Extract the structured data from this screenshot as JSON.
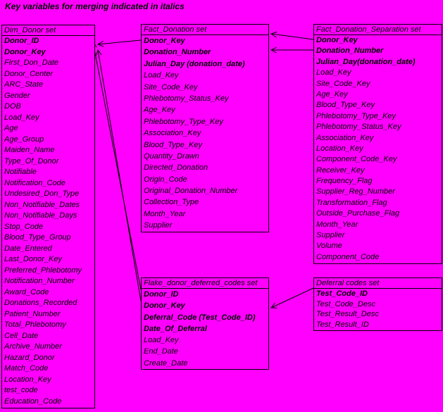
{
  "page": {
    "background": "#FF00FF",
    "note": "Key variables for merging indicated in italics"
  },
  "boxes": [
    {
      "title": "Dim_Donor set",
      "fields": [
        {
          "name": "Donor_ID",
          "key": true
        },
        {
          "name": "Donor_Key",
          "key": true
        },
        {
          "name": "First_Don_Date",
          "key": false
        },
        {
          "name": "Donor_Center",
          "key": false
        },
        {
          "name": "ARC_State",
          "key": false
        },
        {
          "name": "Gender",
          "key": false
        },
        {
          "name": "DOB",
          "key": false
        },
        {
          "name": "Load_Key",
          "key": false
        },
        {
          "name": "Age",
          "key": false
        },
        {
          "name": "Age_Group",
          "key": false
        },
        {
          "name": "Maiden_Name",
          "key": false
        },
        {
          "name": "Type_Of_Donor",
          "key": false
        },
        {
          "name": "Notifiable",
          "key": false
        },
        {
          "name": "Notification_Code",
          "key": false
        },
        {
          "name": "Undesired_Don_Type",
          "key": false
        },
        {
          "name": "Non_Notifiable_Dates",
          "key": false
        },
        {
          "name": "Non_Notifiable_Days",
          "key": false
        },
        {
          "name": "Stop_Code",
          "key": false
        },
        {
          "name": "Blood_Type_Group",
          "key": false
        },
        {
          "name": "Date_Entered",
          "key": false
        },
        {
          "name": "Last_Donor_Key",
          "key": false
        },
        {
          "name": "Preferred_Phlebotomy",
          "key": false
        },
        {
          "name": "Notification_Number",
          "key": false
        },
        {
          "name": "Award_Code",
          "key": false
        },
        {
          "name": "Donations_Recorded",
          "key": false
        },
        {
          "name": "Patient_Number",
          "key": false
        },
        {
          "name": "Total_Phlebotomy",
          "key": false
        },
        {
          "name": "Cell_Date",
          "key": false
        },
        {
          "name": "Archive_Number",
          "key": false
        },
        {
          "name": "Hazard_Donor",
          "key": false
        },
        {
          "name": "Match_Code",
          "key": false
        },
        {
          "name": "Location_Key",
          "key": false
        },
        {
          "name": "test_code",
          "key": false
        },
        {
          "name": "Education_Code",
          "key": false
        }
      ]
    },
    {
      "title": "Fact_Donation set",
      "fields": [
        {
          "name": "Donor_Key",
          "key": true
        },
        {
          "name": "Donation_Number",
          "key": true
        },
        {
          "name": "Julian_Day (donation_date)",
          "key": true
        },
        {
          "name": "Load_Key",
          "key": false
        },
        {
          "name": "Site_Code_Key",
          "key": false
        },
        {
          "name": "Phlebotomy_Status_Key",
          "key": false
        },
        {
          "name": "Age_Key",
          "key": false
        },
        {
          "name": "Phlebotomy_Type_Key",
          "key": false
        },
        {
          "name": "Association_Key",
          "key": false
        },
        {
          "name": "Blood_Type_Key",
          "key": false
        },
        {
          "name": "Quantity_Drawn",
          "key": false
        },
        {
          "name": "Directed_Donation",
          "key": false
        },
        {
          "name": "Origin_Code",
          "key": false
        },
        {
          "name": "Original_Donation_Number",
          "key": false
        },
        {
          "name": "Collection_Type",
          "key": false
        },
        {
          "name": "Month_Year",
          "key": false
        },
        {
          "name": "Supplier",
          "key": false
        }
      ]
    },
    {
      "title": "Fact_Donation_Separation set",
      "fields": [
        {
          "name": "Donor_Key",
          "key": true
        },
        {
          "name": "Donation_Number",
          "key": true
        },
        {
          "name": "Julian_Day(donation_date)",
          "key": true
        },
        {
          "name": "Load_Key",
          "key": false
        },
        {
          "name": "Site_Code_Key",
          "key": false
        },
        {
          "name": "Age_Key",
          "key": false
        },
        {
          "name": "Blood_Type_Key",
          "key": false
        },
        {
          "name": "Phlebotomy_Type_Key",
          "key": false
        },
        {
          "name": "Phlebotomy_Status_Key",
          "key": false
        },
        {
          "name": "Association_Key",
          "key": false
        },
        {
          "name": "Location_Key",
          "key": false
        },
        {
          "name": "Component_Code_Key",
          "key": false
        },
        {
          "name": "Receiver_Key",
          "key": false
        },
        {
          "name": "Frequency_Flag",
          "key": false
        },
        {
          "name": "Supplier_Reg_Number",
          "key": false
        },
        {
          "name": "Transformation_Flag",
          "key": false
        },
        {
          "name": "Outside_Purchase_Flag",
          "key": false
        },
        {
          "name": "Month_Year",
          "key": false
        },
        {
          "name": "Supplier",
          "key": false
        },
        {
          "name": "Volume",
          "key": false
        },
        {
          "name": "Component_Code",
          "key": false
        }
      ]
    },
    {
      "title": "Flake_donor_deferred_codes set",
      "fields": [
        {
          "name": "Donor_ID",
          "key": true
        },
        {
          "name": "Donor_Key",
          "key": true
        },
        {
          "name": "Deferral_Code (Test_Code_ID)",
          "key": true
        },
        {
          "name": "Date_Of_Deferral",
          "key": true
        },
        {
          "name": "Load_Key",
          "key": false
        },
        {
          "name": "End_Date",
          "key": false
        },
        {
          "name": "Create_Date",
          "key": false
        }
      ]
    },
    {
      "title": "Deferral codes set",
      "fields": [
        {
          "name": "Test_Code_ID",
          "key": true
        },
        {
          "name": "Test_Code_Desc",
          "key": false
        },
        {
          "name": "Test_Result_Desc",
          "key": false
        },
        {
          "name": "Test_Result_ID",
          "key": false
        }
      ]
    }
  ],
  "connections": [
    {
      "from": "Fact_Donation.Donor_Key",
      "to": "Dim_Donor"
    },
    {
      "from": "Flake_donor_deferred_codes.Donor_ID",
      "to": "Dim_Donor"
    },
    {
      "from": "Flake_donor_deferred_codes.Donor_Key",
      "to": "Dim_Donor"
    },
    {
      "from": "Fact_Donation_Separation.Donor_Key",
      "to": "Fact_Donation"
    },
    {
      "from": "Fact_Donation_Separation.Donation_Number",
      "to": "Fact_Donation"
    },
    {
      "from": "Deferral codes.Test_Code_ID",
      "to": "Flake_donor_deferred_codes.Deferral_Code"
    }
  ]
}
